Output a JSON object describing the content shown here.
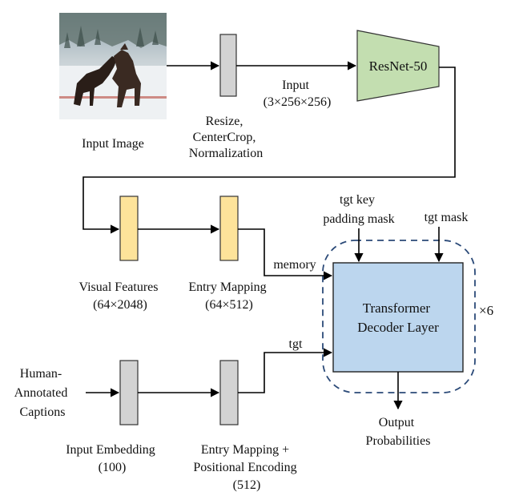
{
  "colors": {
    "gray_block": "#d3d3d3",
    "feature_block": "#fde39a",
    "resnet_fill": "#c3deb0",
    "transformer_fill": "#bcd6ee",
    "dashed_border": "#2b4a78"
  },
  "input_image": {
    "label": "Input Image",
    "icon": "photo-two-dogs-in-snow"
  },
  "preprocess": {
    "lines": [
      "Resize,",
      "CenterCrop,",
      "Normalization"
    ]
  },
  "input_shape": {
    "lines": [
      "Input",
      "(3×256×256)"
    ]
  },
  "resnet": {
    "label": "ResNet-50"
  },
  "visual_features": {
    "lines": [
      "Visual Features",
      "(64×2048)"
    ]
  },
  "entry_mapping_1": {
    "lines": [
      "Entry Mapping",
      "(64×512)"
    ]
  },
  "memory_label": "memory",
  "tgt_label": "tgt",
  "tgt_key_padding_mask": {
    "lines": [
      "tgt key",
      "padding mask"
    ]
  },
  "tgt_mask": "tgt mask",
  "transformer": {
    "lines": [
      "Transformer",
      "Decoder Layer"
    ],
    "repeat": "×6"
  },
  "captions": {
    "lines": [
      "Human-",
      "Annotated",
      "Captions"
    ]
  },
  "input_embedding": {
    "lines": [
      "Input Embedding",
      "(100)"
    ]
  },
  "entry_mapping_2": {
    "lines": [
      "Entry Mapping +",
      "Positional Encoding",
      "(512)"
    ]
  },
  "output": {
    "lines": [
      "Output",
      "Probabilities"
    ]
  }
}
